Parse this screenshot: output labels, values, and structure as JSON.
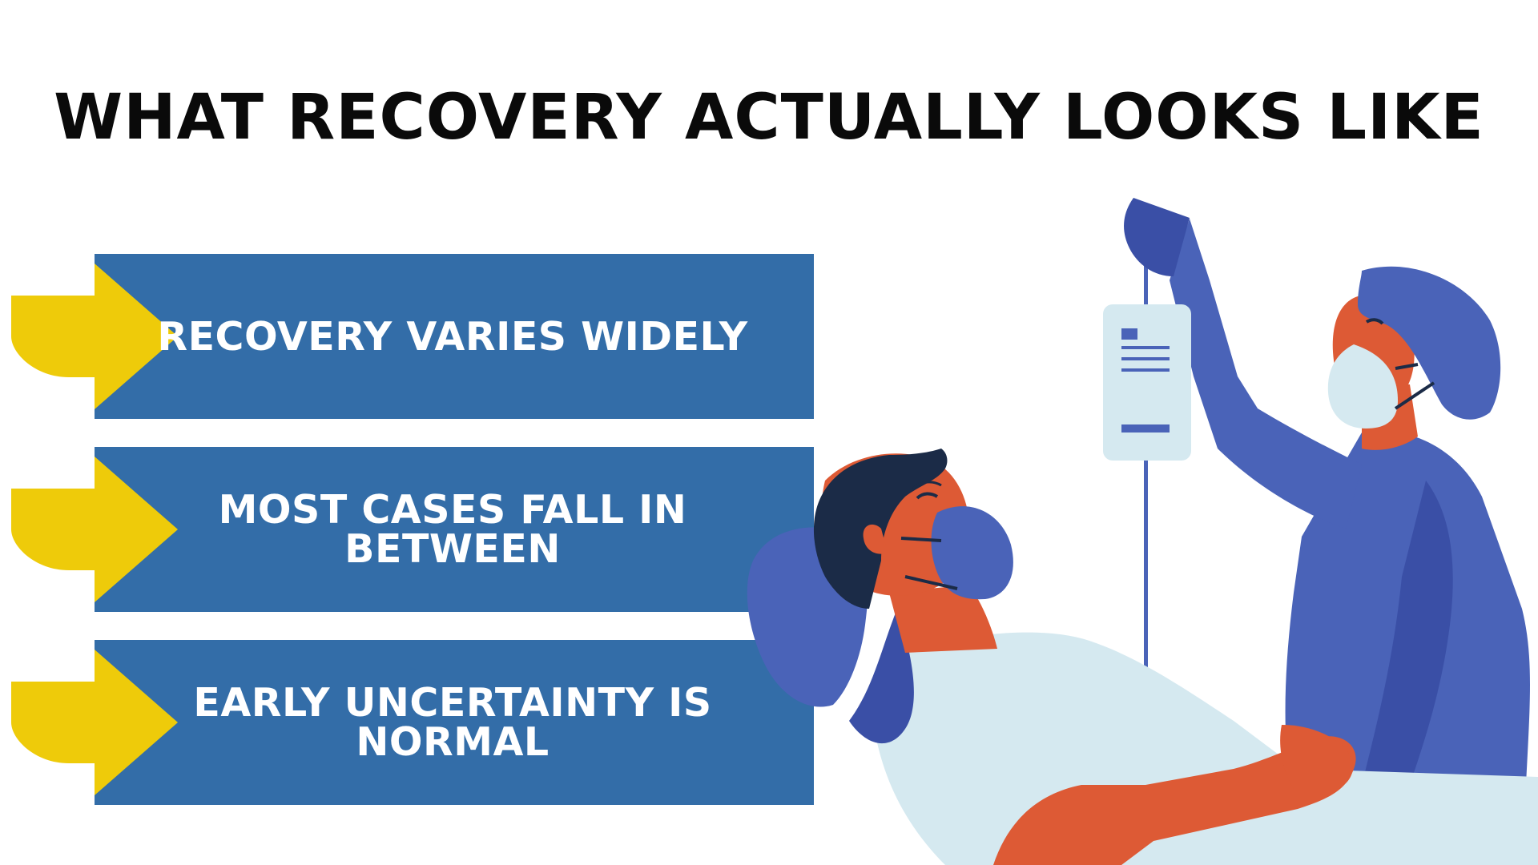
{
  "title": "WHAT RECOVERY ACTUALLY LOOKS LIKE",
  "colors": {
    "banner": "#336da8",
    "arrow": "#eecb0a",
    "scrub": "#4a63b8",
    "scrub_dark": "#3a4fa6",
    "skin": "#dd5a35",
    "sheet": "#d5e9f0",
    "hair": "#1b2b47"
  },
  "points": [
    {
      "text": "RECOVERY VARIES WIDELY"
    },
    {
      "text": "MOST CASES FALL IN BETWEEN"
    },
    {
      "text": "EARLY UNCERTAINTY IS NORMAL"
    }
  ],
  "illustration": {
    "icon": "patient-and-nurse-iv-illustration"
  }
}
